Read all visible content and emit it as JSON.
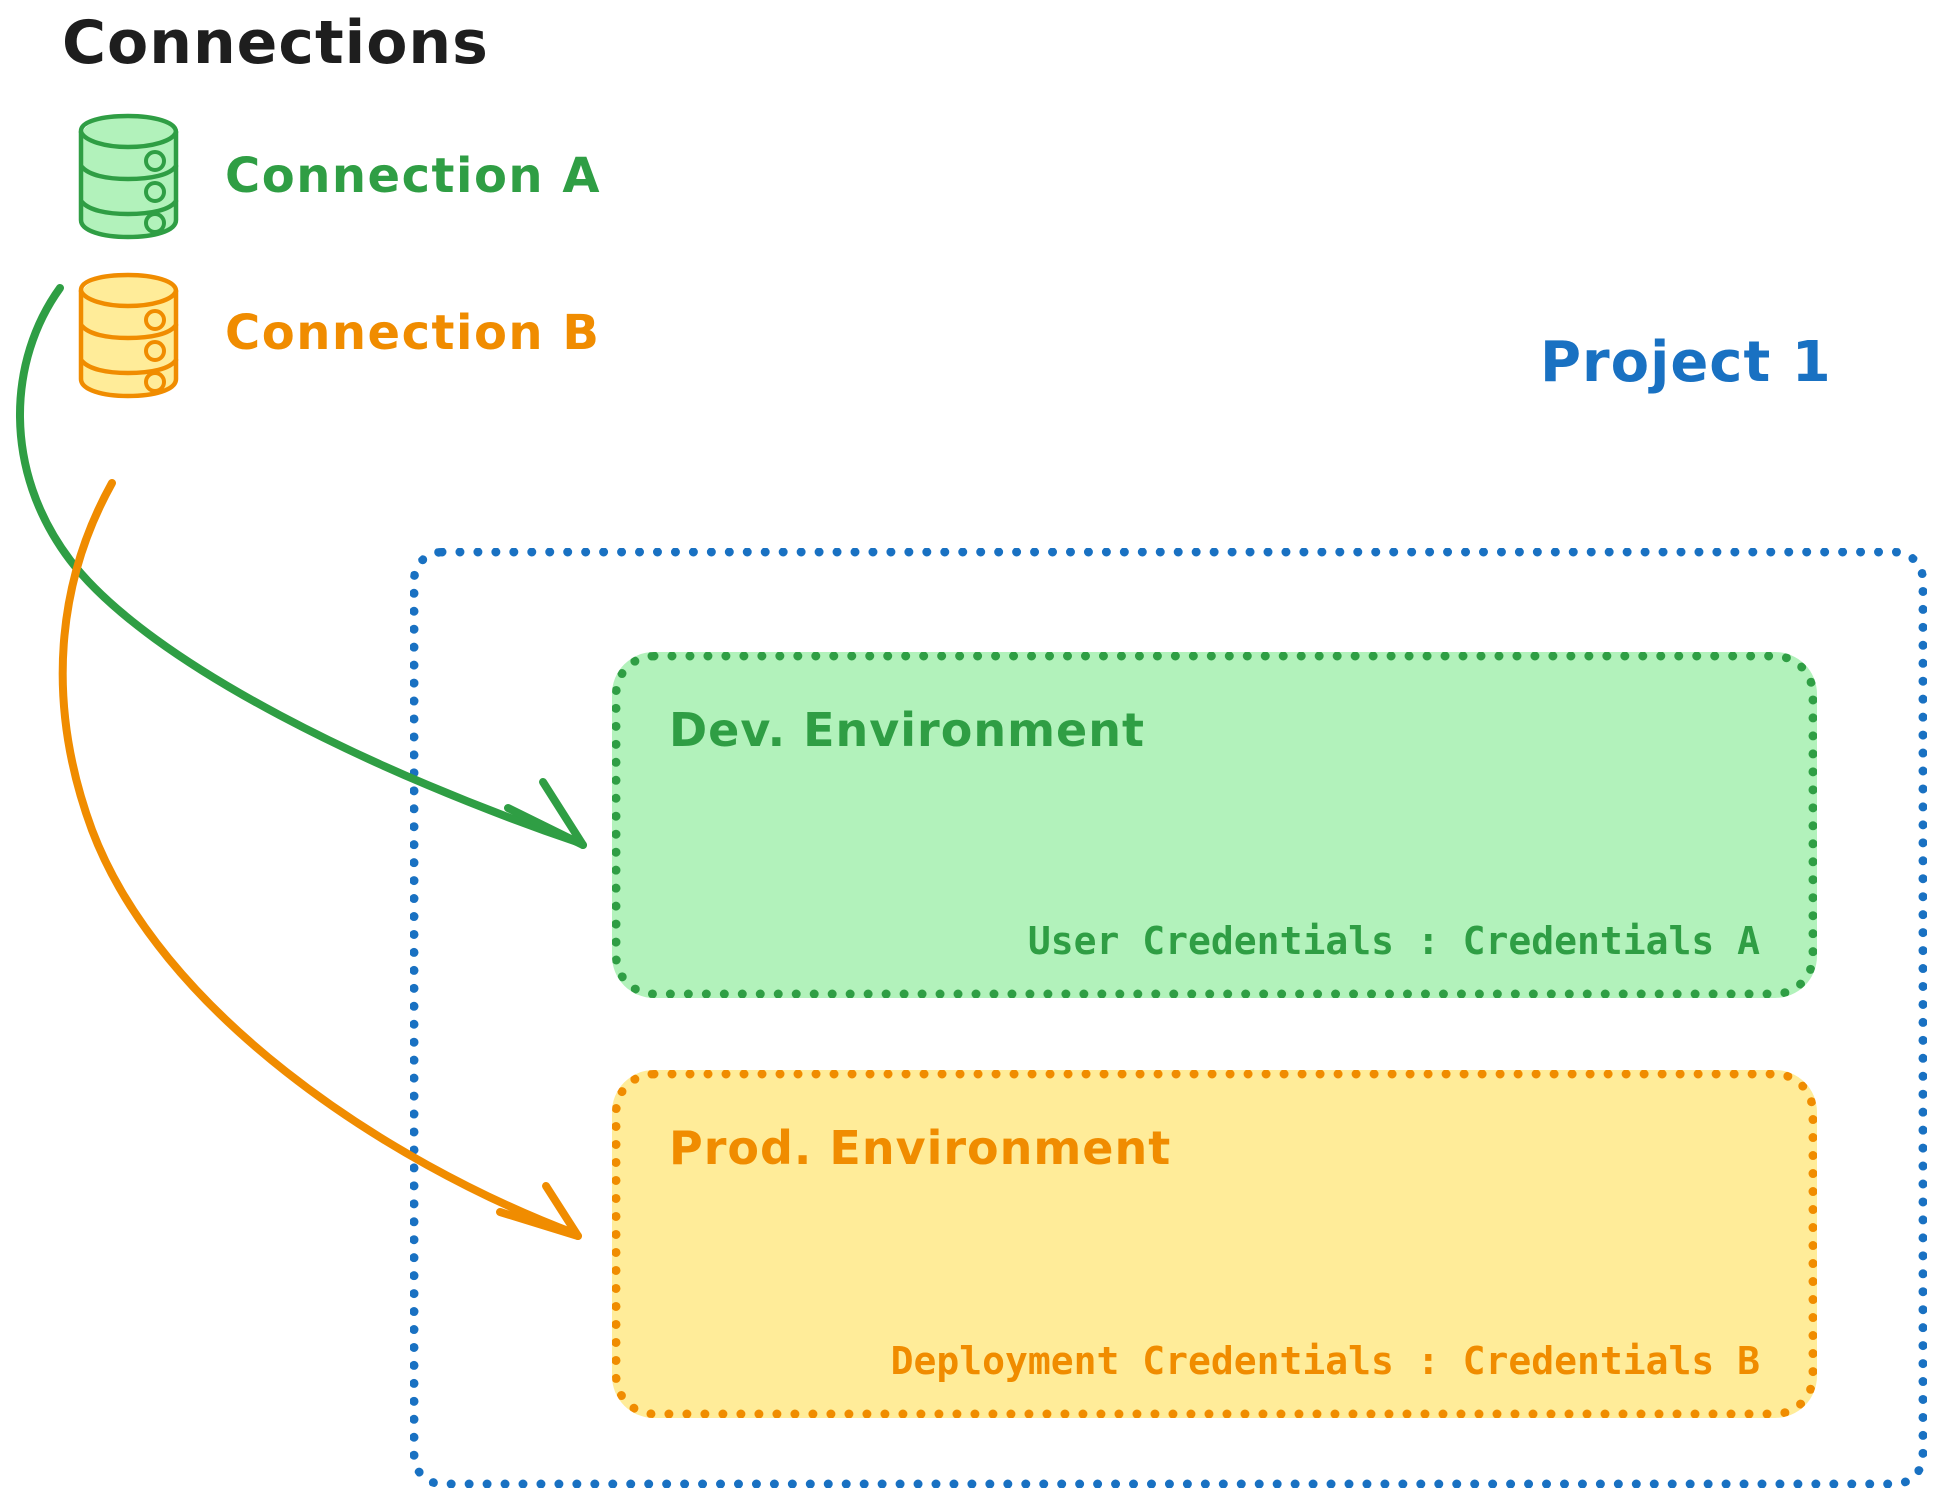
{
  "title": "Connections",
  "connections": [
    {
      "label": "Connection A",
      "color": "#2f9e44",
      "fill": "#b2f2bb",
      "icon": "database-icon"
    },
    {
      "label": "Connection B",
      "color": "#f08c00",
      "fill": "#ffec99",
      "icon": "database-icon"
    }
  ],
  "project": {
    "label": "Project 1",
    "color": "#1971c2"
  },
  "environments": [
    {
      "title": "Dev. Environment",
      "credential_label": "User Credentials",
      "credential_separator": ":",
      "credential_value": "Credentials A",
      "credential_line": "User Credentials : Credentials A",
      "color": "#2f9e44",
      "fill": "#b2f2bb"
    },
    {
      "title": "Prod. Environment",
      "credential_label": "Deployment Credentials",
      "credential_separator": ":",
      "credential_value": "Credentials B",
      "credential_line": "Deployment Credentials : Credentials B",
      "color": "#f08c00",
      "fill": "#ffec99"
    }
  ],
  "arrows": [
    {
      "name": "connection-a-to-dev",
      "from": "Connection A",
      "to": "Dev. Environment",
      "color": "#2f9e44"
    },
    {
      "name": "connection-b-to-prod",
      "from": "Connection B",
      "to": "Prod. Environment",
      "color": "#f08c00"
    }
  ],
  "colors": {
    "black": "#1e1e1e",
    "green": "#2f9e44",
    "green_fill": "#b2f2bb",
    "orange": "#f08c00",
    "orange_fill": "#ffec99",
    "blue": "#1971c2",
    "background": "#ffffff"
  }
}
